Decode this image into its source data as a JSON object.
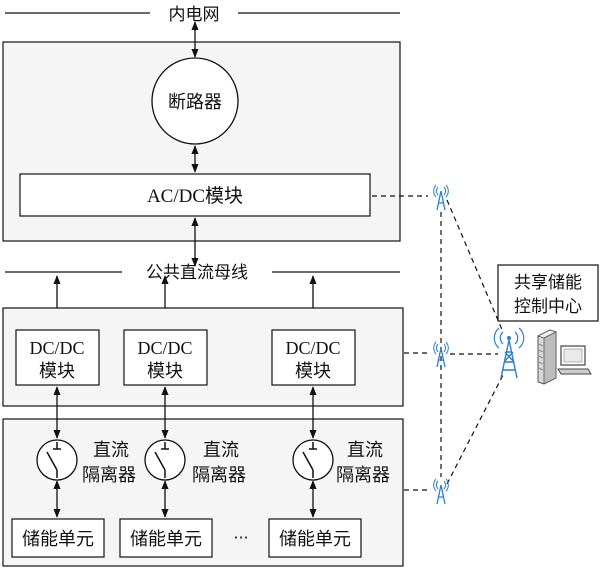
{
  "diagram": {
    "grid_bus_label": "内电网",
    "breaker_label": "断路器",
    "acdc_label": "AC/DC模块",
    "dc_bus_label": "公共直流母线",
    "dcdc_modules": [
      {
        "line1": "DC/DC",
        "line2": "模块"
      },
      {
        "line1": "DC/DC",
        "line2": "模块"
      },
      {
        "line1": "DC/DC",
        "line2": "模块"
      }
    ],
    "isolators": [
      {
        "line1": "直流",
        "line2": "隔离器"
      },
      {
        "line1": "直流",
        "line2": "隔离器"
      },
      {
        "line1": "直流",
        "line2": "隔离器"
      }
    ],
    "storage_units": [
      {
        "label": "储能单元"
      },
      {
        "label": "储能单元"
      },
      {
        "label": "储能单元"
      }
    ],
    "ellipsis": "···",
    "control_center": {
      "line1": "共享储能",
      "line2": "控制中心"
    }
  }
}
